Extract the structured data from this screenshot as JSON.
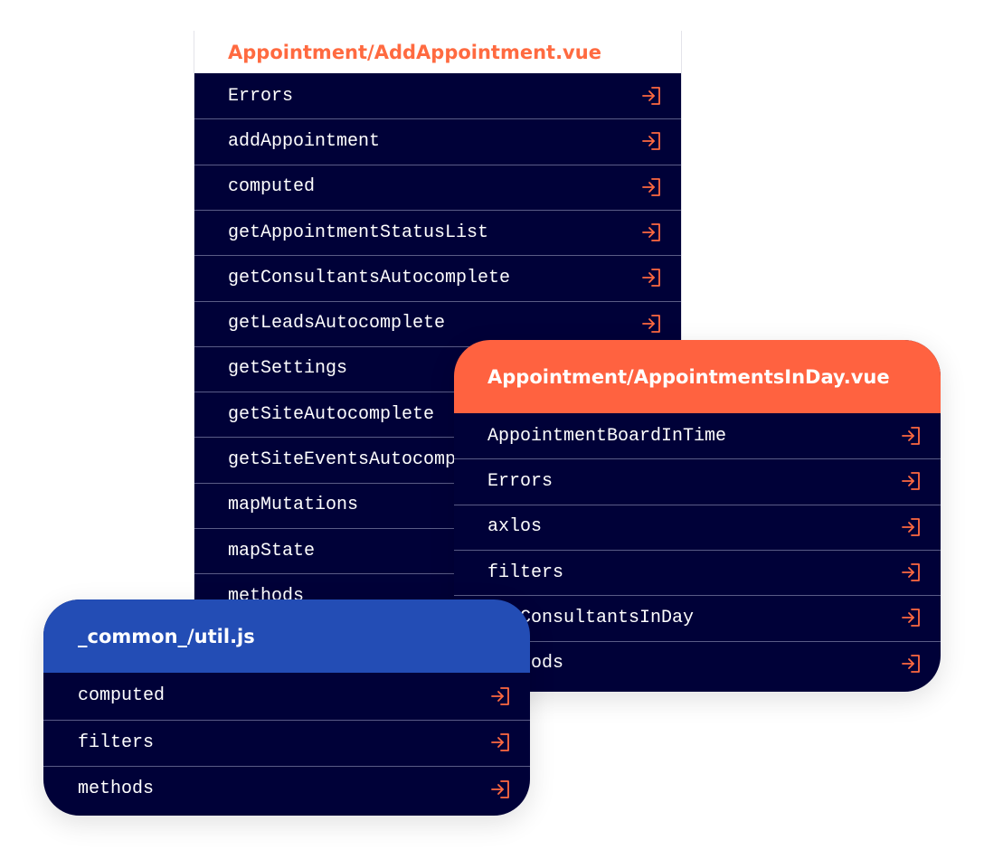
{
  "cards": [
    {
      "id": "add",
      "title": "Appointment/AddAppointment.vue",
      "items": [
        "Errors",
        "addAppointment",
        "computed",
        "getAppointmentStatusList",
        "getConsultantsAutocomplete",
        "getLeadsAutocomplete",
        "getSettings",
        "getSiteAutocomplete",
        "getSiteEventsAutocomplete",
        "mapMutations",
        "mapState",
        "methods"
      ]
    },
    {
      "id": "day",
      "title": "Appointment/AppointmentsInDay.vue",
      "items": [
        "AppointmentBoardInTime",
        "Errors",
        "axlos",
        "filters",
        "getConsultantsInDay",
        "methods"
      ]
    },
    {
      "id": "util",
      "title": "_common_/util.js",
      "items": [
        "computed",
        "filters",
        "methods"
      ]
    }
  ],
  "icons": {
    "row_action": "enter-arrow-icon"
  },
  "colors": {
    "card_body": "#000138",
    "orange_accent": "#ff6240",
    "blue_header": "#234db5",
    "icon_color": "#ff6a40"
  }
}
